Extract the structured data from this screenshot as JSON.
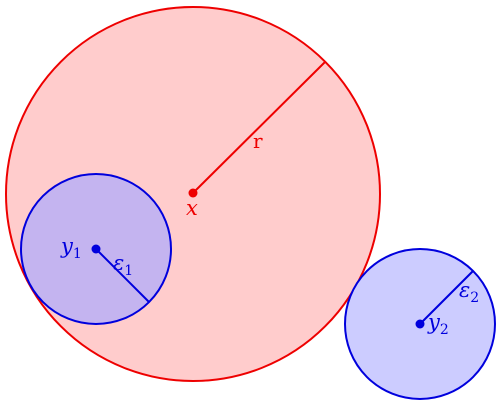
{
  "colors": {
    "big_circle_stroke": "#ee0000",
    "big_circle_fill": "#ffcccc",
    "small_circle_stroke": "#0000dd",
    "small_circle_fill": "#ccccff",
    "overlap_fill": "#c4b4f0",
    "red_text": "#ee0000",
    "blue_text": "#0000dd"
  },
  "labels": {
    "center_x": "x",
    "radius_r": "r",
    "center_y1": "y",
    "center_y1_sub": "1",
    "radius_eps1": "ε",
    "radius_eps1_sub": "1",
    "center_y2": "y",
    "center_y2_sub": "2",
    "radius_eps2": "ε",
    "radius_eps2_sub": "2"
  }
}
